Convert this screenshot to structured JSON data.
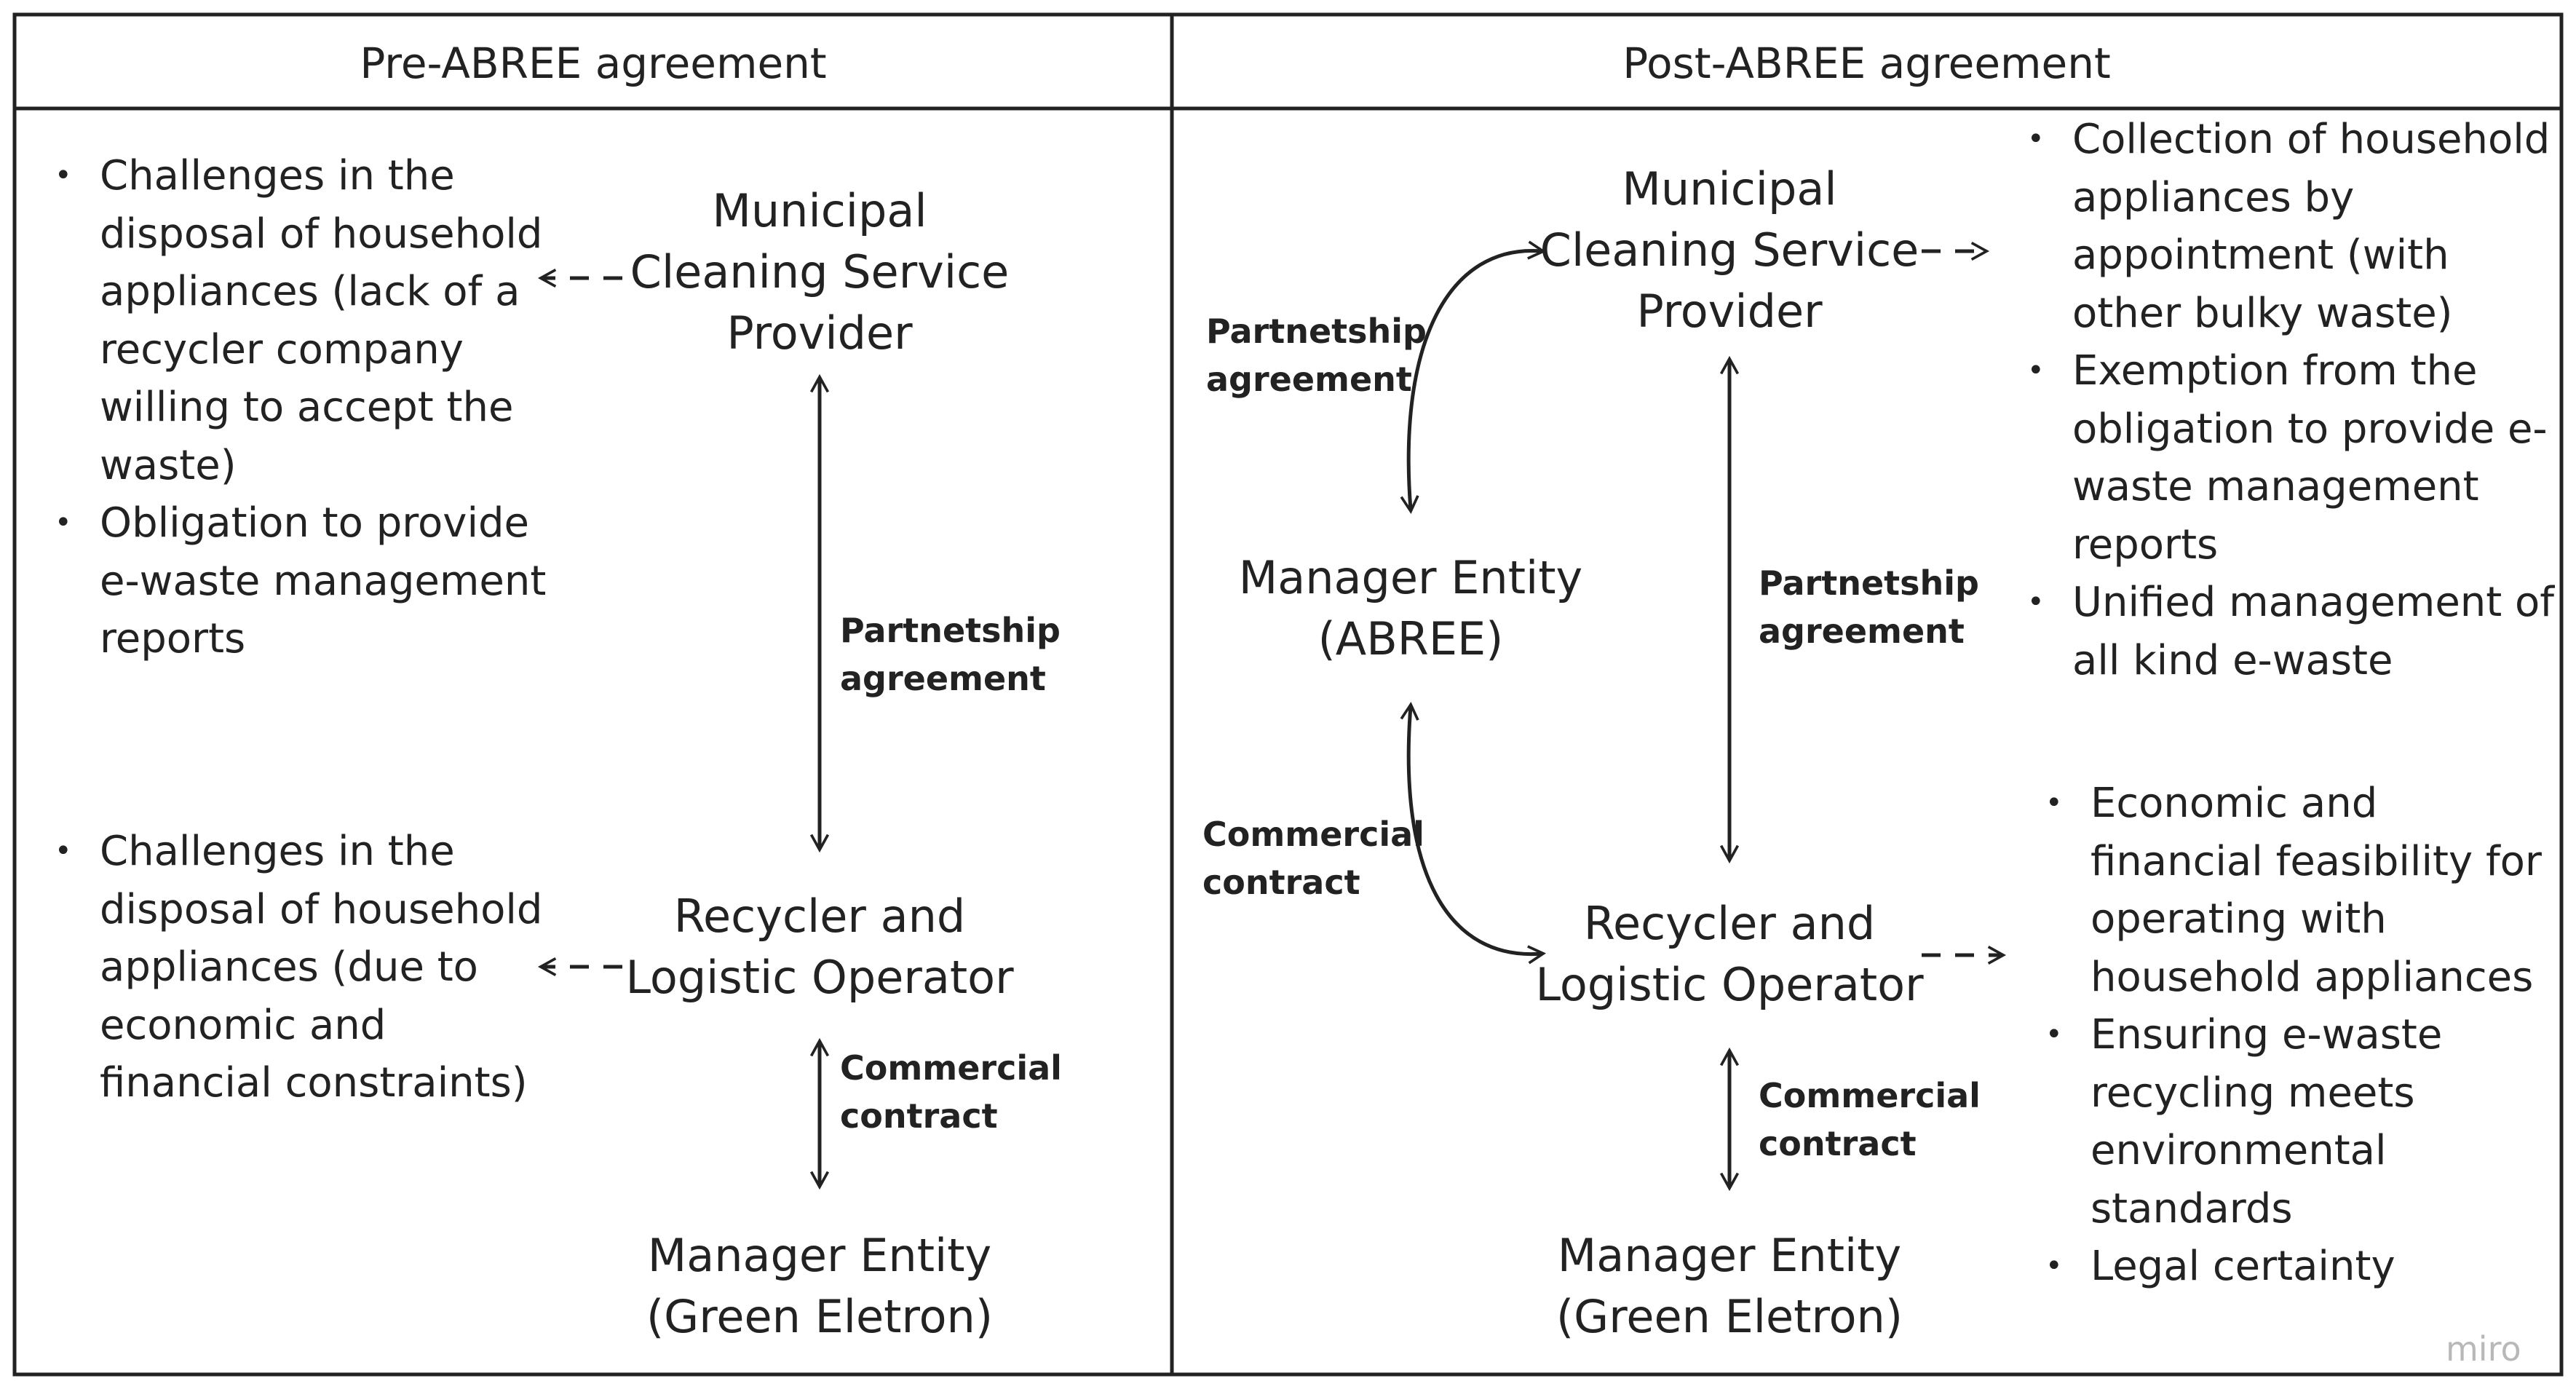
{
  "columns": {
    "left_header": "Pre-ABREE agreement",
    "right_header": "Post-ABREE agreement"
  },
  "left": {
    "top_node": "Municipal\nCleaning Service\nProvider",
    "middle_node": "Recycler and\nLogistic Operator",
    "bottom_node": "Manager Entity\n(Green Eletron)",
    "label_partnership": "Partnetship\nagreement",
    "label_commercial": "Commercial\ncontract",
    "top_notes": [
      "Challenges in the disposal of household appliances (lack of a recycler company willing to accept the waste)",
      "Obligation to provide e-waste management reports"
    ],
    "bottom_notes": [
      "Challenges in the disposal of household appliances (due to economic and financial constraints)"
    ]
  },
  "right": {
    "top_node": "Municipal\nCleaning Service\nProvider",
    "middle_node": "Recycler and\nLogistic Operator",
    "bottom_node": "Manager Entity\n(Green Eletron)",
    "abree_node": "Manager Entity\n(ABREE)",
    "label_partnership_left": "Partnetship\nagreement",
    "label_commercial_left": "Commercial\ncontract",
    "label_partnership_center": "Partnetship\nagreement",
    "label_commercial_center": "Commercial\ncontract",
    "top_notes": [
      "Collection of household appliances by appointment (with other bulky waste)",
      "Exemption from the obligation to provide e-waste management reports",
      "Unified management of all kind e-waste"
    ],
    "bottom_notes": [
      "Economic and financial feasibility for operating with household appliances",
      "Ensuring e-waste recycling meets environmental standards",
      "Legal certainty"
    ]
  },
  "brand": "miro",
  "colors": {
    "stroke": "#222222",
    "brand": "#b8b8b8"
  }
}
